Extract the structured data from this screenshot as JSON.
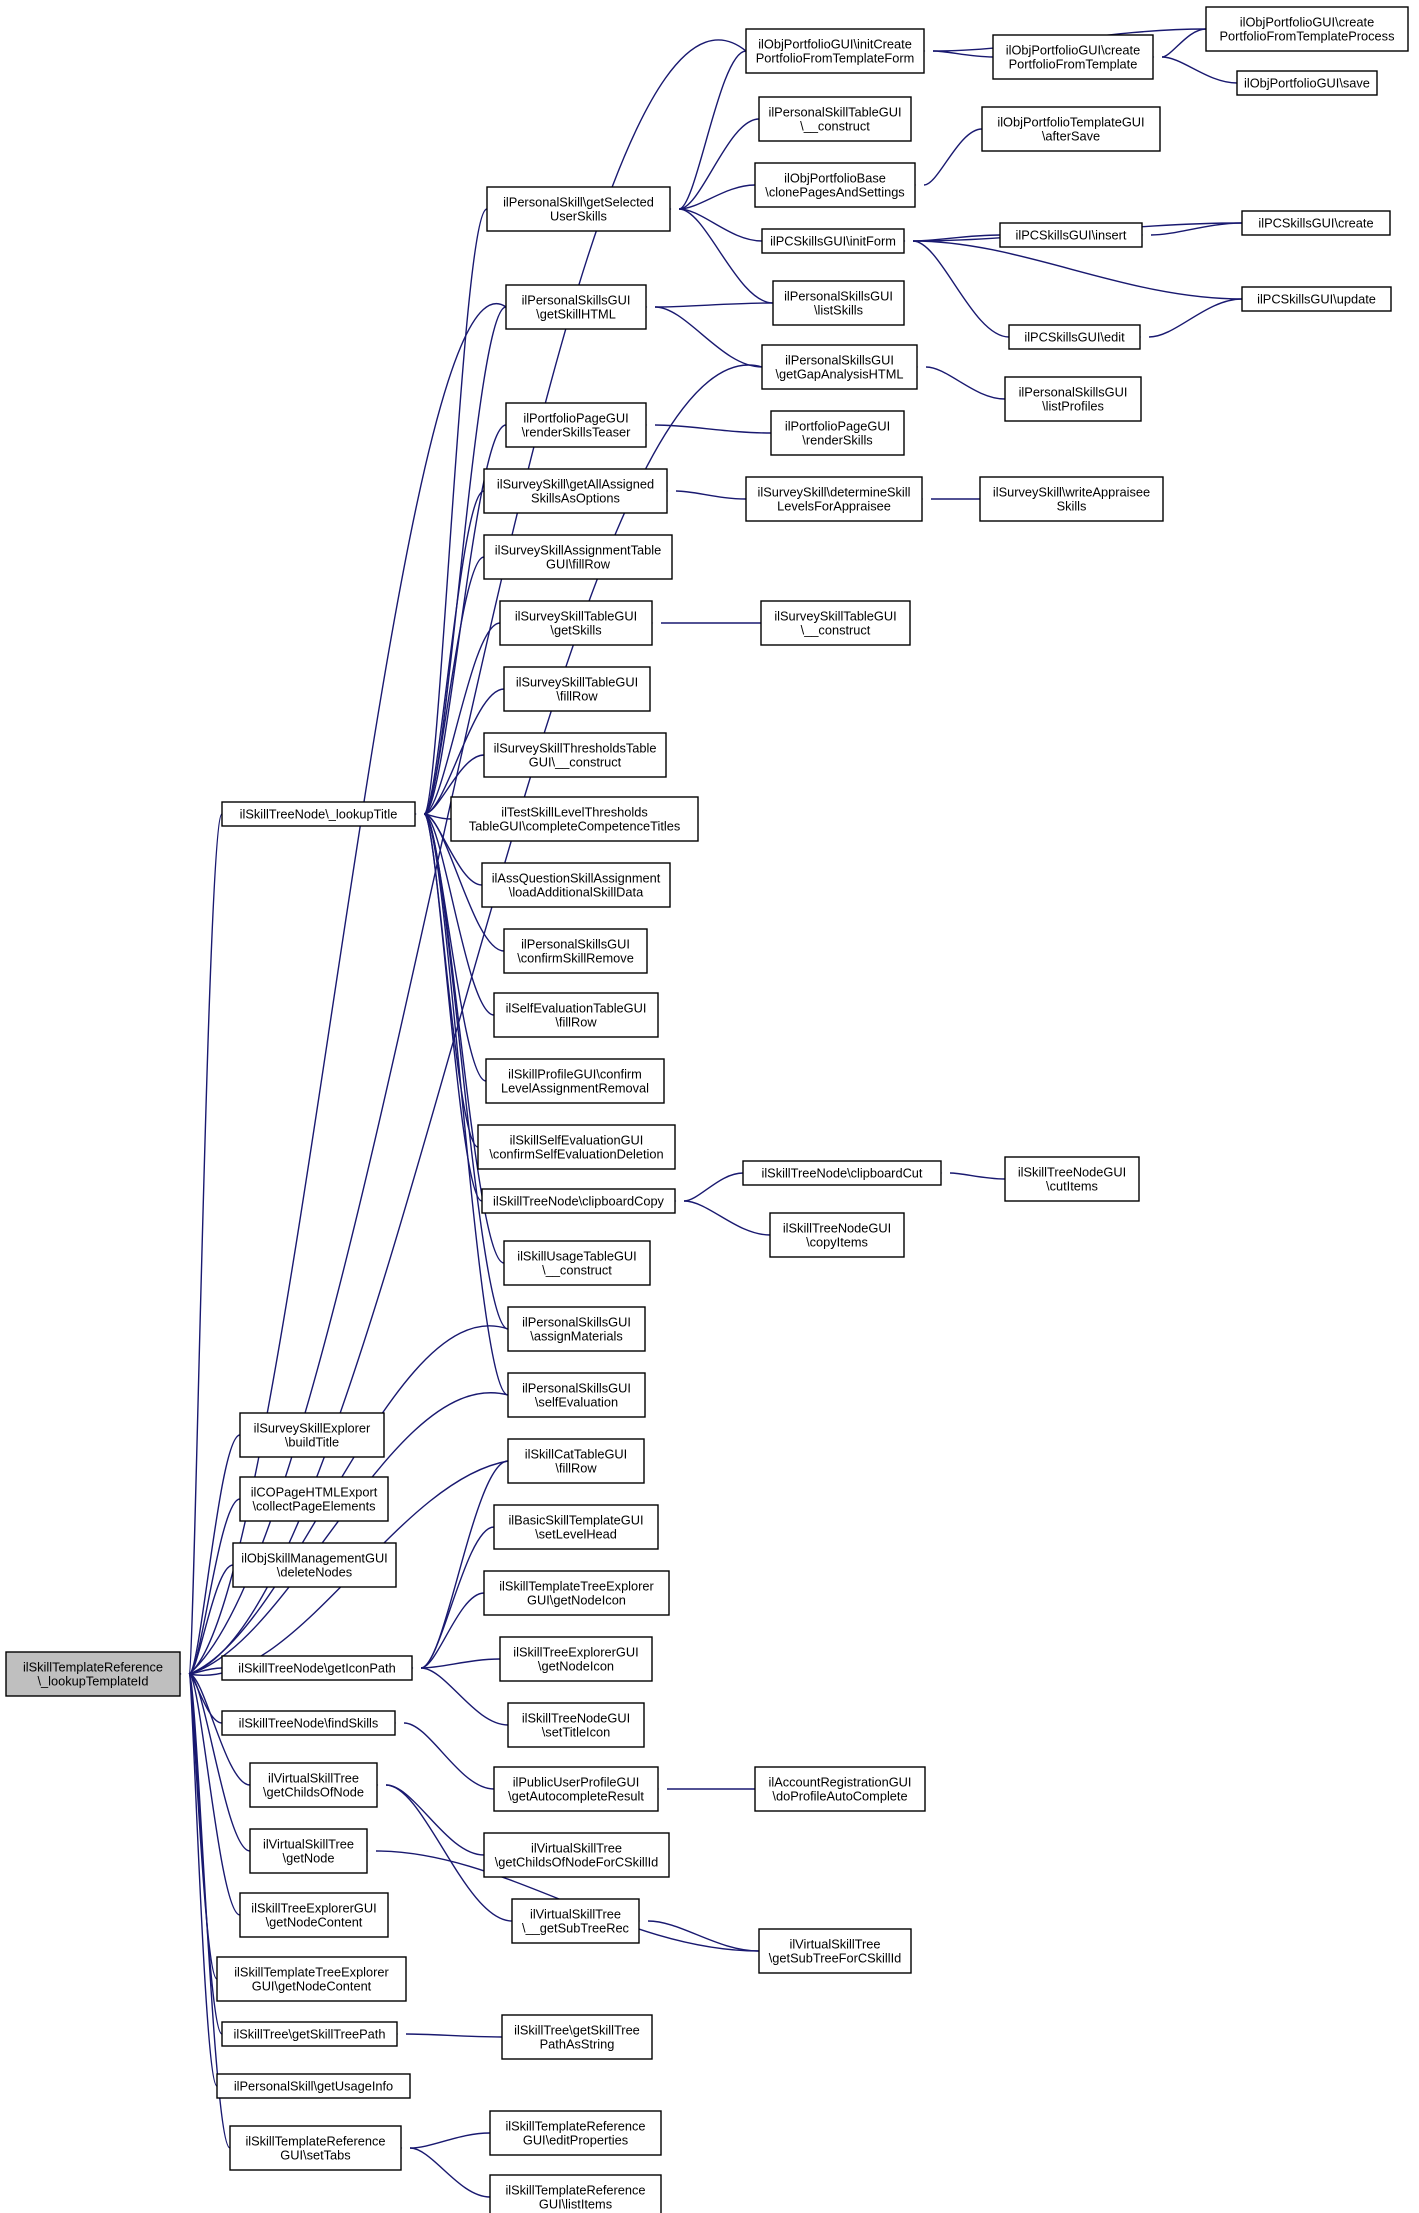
{
  "nodes": {
    "root": [
      "ilSkillTemplateReference",
      "\\_lookupTemplateId"
    ],
    "lookupTitle": [
      "ilSkillTreeNode\\_lookupTitle"
    ],
    "getIconPath": [
      "ilSkillTreeNode\\getIconPath"
    ],
    "findSkills": [
      "ilSkillTreeNode\\findSkills"
    ],
    "surveyExplorer": [
      "ilSurveySkillExplorer",
      "\\buildTitle"
    ],
    "copageExport": [
      "ilCOPageHTMLExport",
      "\\collectPageElements"
    ],
    "objSkillMgmt": [
      "ilObjSkillManagementGUI",
      "\\deleteNodes"
    ],
    "vstChilds": [
      "ilVirtualSkillTree",
      "\\getChildsOfNode"
    ],
    "vstGetNode": [
      "ilVirtualSkillTree",
      "\\getNode"
    ],
    "treeExplorerContent": [
      "ilSkillTreeExplorerGUI",
      "\\getNodeContent"
    ],
    "tmplTreeExplorerContent": [
      "ilSkillTemplateTreeExplorer",
      "GUI\\getNodeContent"
    ],
    "skillTreePath": [
      "ilSkillTree\\getSkillTreePath"
    ],
    "usageInfo": [
      "ilPersonalSkill\\getUsageInfo"
    ],
    "setTabs": [
      "ilSkillTemplateReference",
      "GUI\\setTabs"
    ],
    "getSelectedUserSkills": [
      "ilPersonalSkill\\getSelected",
      "UserSkills"
    ],
    "psgGetSkillHTML": [
      "ilPersonalSkillsGUI",
      "\\getSkillHTML"
    ],
    "portfolioRenderTeaser": [
      "ilPortfolioPageGUI",
      "\\renderSkillsTeaser"
    ],
    "surveyGetAllAssigned": [
      "ilSurveySkill\\getAllAssigned",
      "SkillsAsOptions"
    ],
    "surveyAssignTable": [
      "ilSurveySkillAssignmentTable",
      "GUI\\fillRow"
    ],
    "surveyTableGetSkills": [
      "ilSurveySkillTableGUI",
      "\\getSkills"
    ],
    "surveyTableFillRow": [
      "ilSurveySkillTableGUI",
      "\\fillRow"
    ],
    "surveyThresholds": [
      "ilSurveySkillThresholdsTable",
      "GUI\\__construct"
    ],
    "testThresholds": [
      "ilTestSkillLevelThresholds",
      "TableGUI\\completeCompetenceTitles"
    ],
    "assQuestion": [
      "ilAssQuestionSkillAssignment",
      "\\loadAdditionalSkillData"
    ],
    "psgConfirmRemove": [
      "ilPersonalSkillsGUI",
      "\\confirmSkillRemove"
    ],
    "selfEvalTable": [
      "ilSelfEvaluationTableGUI",
      "\\fillRow"
    ],
    "profileConfirm": [
      "ilSkillProfileGUI\\confirm",
      "LevelAssignmentRemoval"
    ],
    "selfEvalDeletion": [
      "ilSkillSelfEvaluationGUI",
      "\\confirmSelfEvaluationDeletion"
    ],
    "clipboardCopy": [
      "ilSkillTreeNode\\clipboardCopy"
    ],
    "usageTable": [
      "ilSkillUsageTableGUI",
      "\\__construct"
    ],
    "psgAssignMaterials": [
      "ilPersonalSkillsGUI",
      "\\assignMaterials"
    ],
    "psgSelfEvaluation": [
      "ilPersonalSkillsGUI",
      "\\selfEvaluation"
    ],
    "catTableFillRow": [
      "ilSkillCatTableGUI",
      "\\fillRow"
    ],
    "basicTemplateLevel": [
      "ilBasicSkillTemplateGUI",
      "\\setLevelHead"
    ],
    "tmplTreeExplorerIcon": [
      "ilSkillTemplateTreeExplorer",
      "GUI\\getNodeIcon"
    ],
    "treeExplorerIcon": [
      "ilSkillTreeExplorerGUI",
      "\\getNodeIcon"
    ],
    "treeNodeGuiTitleIcon": [
      "ilSkillTreeNodeGUI",
      "\\setTitleIcon"
    ],
    "publicUserProfile": [
      "ilPublicUserProfileGUI",
      "\\getAutocompleteResult"
    ],
    "vstChildsForC": [
      "ilVirtualSkillTree",
      "\\getChildsOfNodeForCSkillId"
    ],
    "vstSubTreeRec": [
      "ilVirtualSkillTree",
      "\\__getSubTreeRec"
    ],
    "skillTreePathString": [
      "ilSkillTree\\getSkillTree",
      "PathAsString"
    ],
    "tmplRefEditProps": [
      "ilSkillTemplateReference",
      "GUI\\editProperties"
    ],
    "tmplRefListItems": [
      "ilSkillTemplateReference",
      "GUI\\listItems"
    ],
    "portfolioInitCreate": [
      "ilObjPortfolioGUI\\initCreate",
      "PortfolioFromTemplateForm"
    ],
    "pstConstruct": [
      "ilPersonalSkillTableGUI",
      "\\__construct"
    ],
    "portfolioBaseClone": [
      "ilObjPortfolioBase",
      "\\clonePagesAndSettings"
    ],
    "pcInitForm": [
      "ilPCSkillsGUI\\initForm"
    ],
    "psgListSkills": [
      "ilPersonalSkillsGUI",
      "\\listSkills"
    ],
    "psgGapAnalysis": [
      "ilPersonalSkillsGUI",
      "\\getGapAnalysisHTML"
    ],
    "portfolioRenderSkills": [
      "ilPortfolioPageGUI",
      "\\renderSkills"
    ],
    "surveyDetermine": [
      "ilSurveySkill\\determineSkill",
      "LevelsForAppraisee"
    ],
    "surveyTableConstruct": [
      "ilSurveySkillTableGUI",
      "\\__construct"
    ],
    "clipboardCut": [
      "ilSkillTreeNode\\clipboardCut"
    ],
    "treeNodeGuiCopy": [
      "ilSkillTreeNodeGUI",
      "\\copyItems"
    ],
    "accountRegistration": [
      "ilAccountRegistrationGUI",
      "\\doProfileAutoComplete"
    ],
    "vstSubTreeForC": [
      "ilVirtualSkillTree",
      "\\getSubTreeForCSkillId"
    ],
    "portfolioCreateFromTmpl": [
      "ilObjPortfolioGUI\\create",
      "PortfolioFromTemplate"
    ],
    "portfolioTmplAfterSave": [
      "ilObjPortfolioTemplateGUI",
      "\\afterSave"
    ],
    "pcInsert": [
      "ilPCSkillsGUI\\insert"
    ],
    "pcEdit": [
      "ilPCSkillsGUI\\edit"
    ],
    "psgListProfiles": [
      "ilPersonalSkillsGUI",
      "\\listProfiles"
    ],
    "surveyWriteAppraisee": [
      "ilSurveySkill\\writeAppraisee",
      "Skills"
    ],
    "treeNodeGuiCut": [
      "ilSkillTreeNodeGUI",
      "\\cutItems"
    ],
    "portfolioCreateProcess": [
      "ilObjPortfolioGUI\\create",
      "PortfolioFromTemplateProcess"
    ],
    "portfolioSave": [
      "ilObjPortfolioGUI\\save"
    ],
    "pcCreate": [
      "ilPCSkillsGUI\\create"
    ],
    "pcUpdate": [
      "ilPCSkillsGUI\\update"
    ]
  },
  "colors": {
    "edge": "#191970",
    "root_fill": "#bfbfbf",
    "node_fill": "#ffffff",
    "border": "#000000"
  }
}
